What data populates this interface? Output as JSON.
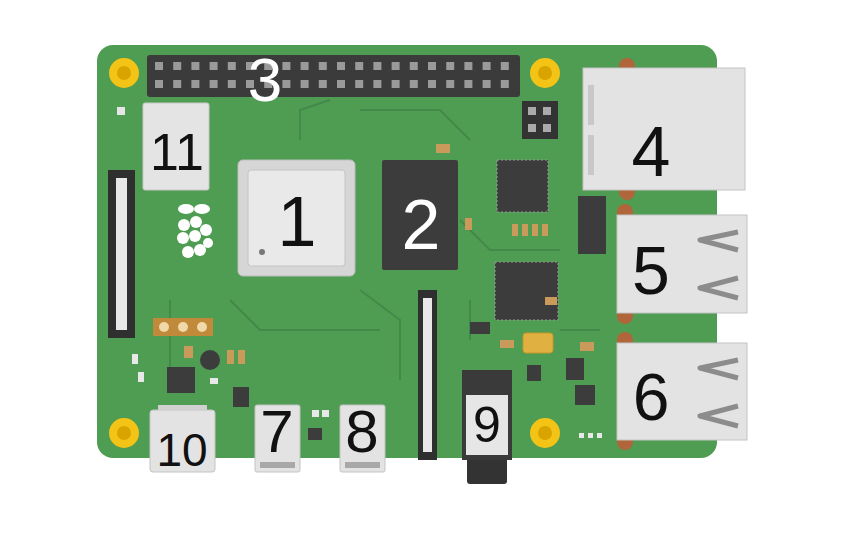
{
  "diagram": {
    "labels": [
      "3",
      "11",
      "4",
      "1",
      "2",
      "5",
      "6",
      "9",
      "10",
      "7",
      "8"
    ]
  }
}
